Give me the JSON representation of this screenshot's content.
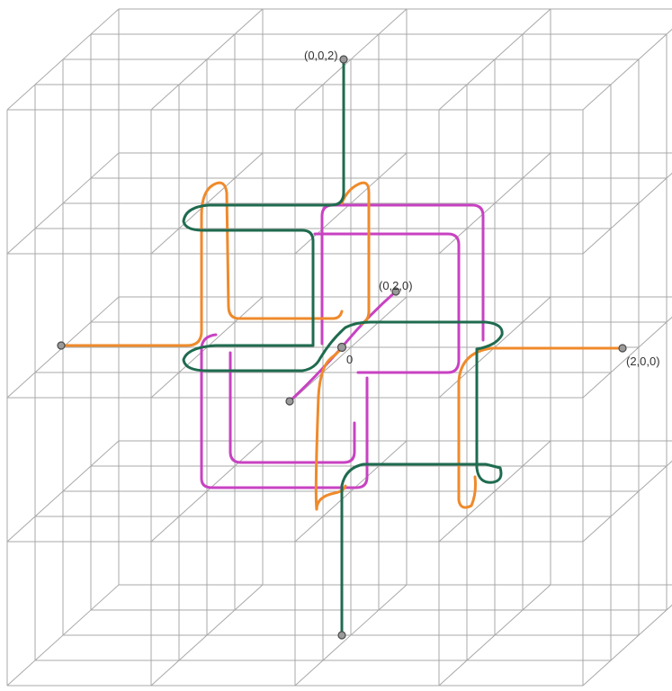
{
  "labels": {
    "z_top": "(0,0,2)",
    "y_back": "(0,2,0)",
    "origin": "0",
    "x_right": "(2,0,0)"
  },
  "colors": {
    "grid": "#a8a8a8",
    "orange": "#ef8a2b",
    "green": "#1f6b4f",
    "magenta": "#c842c2",
    "node_fill": "#9a9a9a",
    "node_stroke": "#4a4a4a"
  },
  "curves": [
    {
      "name": "orange-curve",
      "color_key": "orange"
    },
    {
      "name": "green-curve",
      "color_key": "green"
    },
    {
      "name": "magenta-curve",
      "color_key": "magenta"
    }
  ]
}
